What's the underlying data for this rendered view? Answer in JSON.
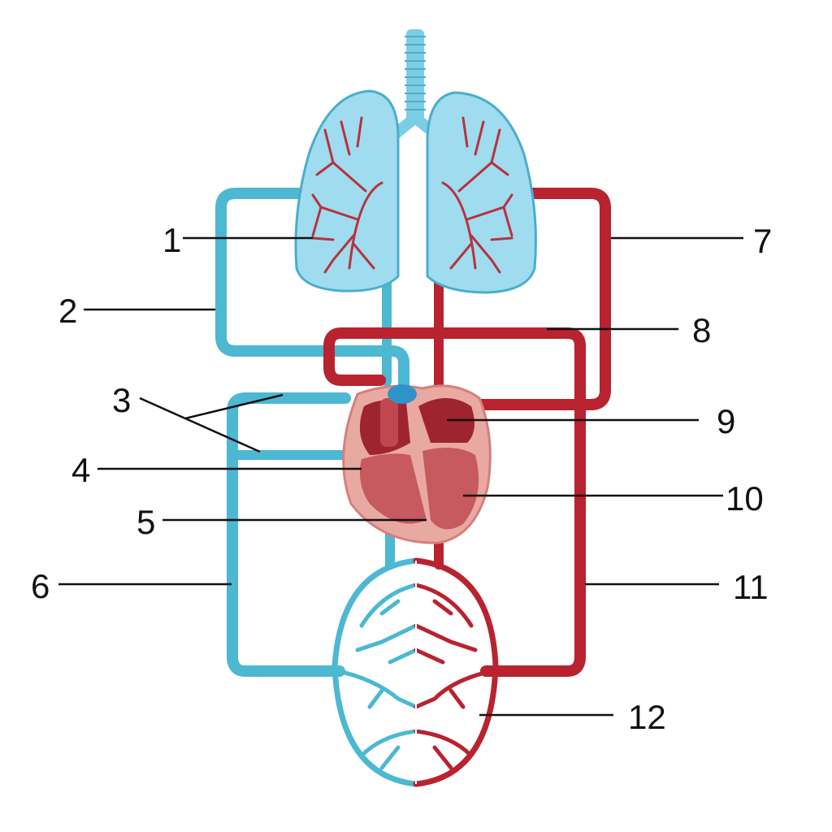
{
  "title": "Circulatory system diagram",
  "labels": [
    "1",
    "2",
    "3",
    "4",
    "5",
    "6",
    "7",
    "8",
    "9",
    "10",
    "11",
    "12"
  ],
  "colors": {
    "deoxygenated": "#4cb8d2",
    "oxygenated": "#b8232f",
    "lung": "#8fd3ea",
    "heart": "#d46a6a"
  }
}
